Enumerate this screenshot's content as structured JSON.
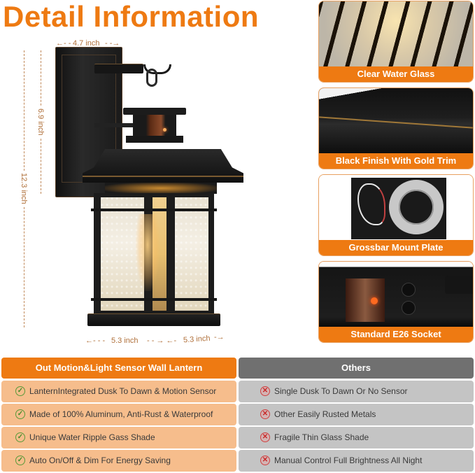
{
  "title": "Detail Information",
  "dimensions": {
    "width_top": "4.7 inch",
    "height_upper": "6.9 inch",
    "height_total": "12.3 inch",
    "width_bottom_left": "5.3 inch",
    "width_bottom_right": "5.3 inch"
  },
  "features": [
    {
      "caption": "Clear Water Glass",
      "icon": "water-glass-detail"
    },
    {
      "caption": "Black Finish With Gold Trim",
      "icon": "black-finish-detail"
    },
    {
      "caption": "Grossbar Mount Plate",
      "icon": "mount-plate-detail"
    },
    {
      "caption": "Standard E26 Socket",
      "icon": "sensor-socket-detail"
    }
  ],
  "comparison": {
    "ours": {
      "header": "Out Motion&Light Sensor Wall Lantern",
      "accent": "#ee7a12",
      "rows": [
        "LanternIntegrated Dusk To Dawn & Motion Sensor",
        "Made of 100% Aluminum, Anti-Rust & Waterproof",
        "Unique Water Ripple Gass Shade",
        "Auto On/Off & Dim For Energy Saving"
      ],
      "icon": "✓"
    },
    "others": {
      "header": "Others",
      "accent": "#707070",
      "rows": [
        "Single Dusk To Dawn Or No Sensor",
        "Other Easily Rusted Metals",
        "Fragile Thin Glass Shade",
        "Manual Control Full Brightness All Night"
      ],
      "icon": "✕"
    }
  }
}
